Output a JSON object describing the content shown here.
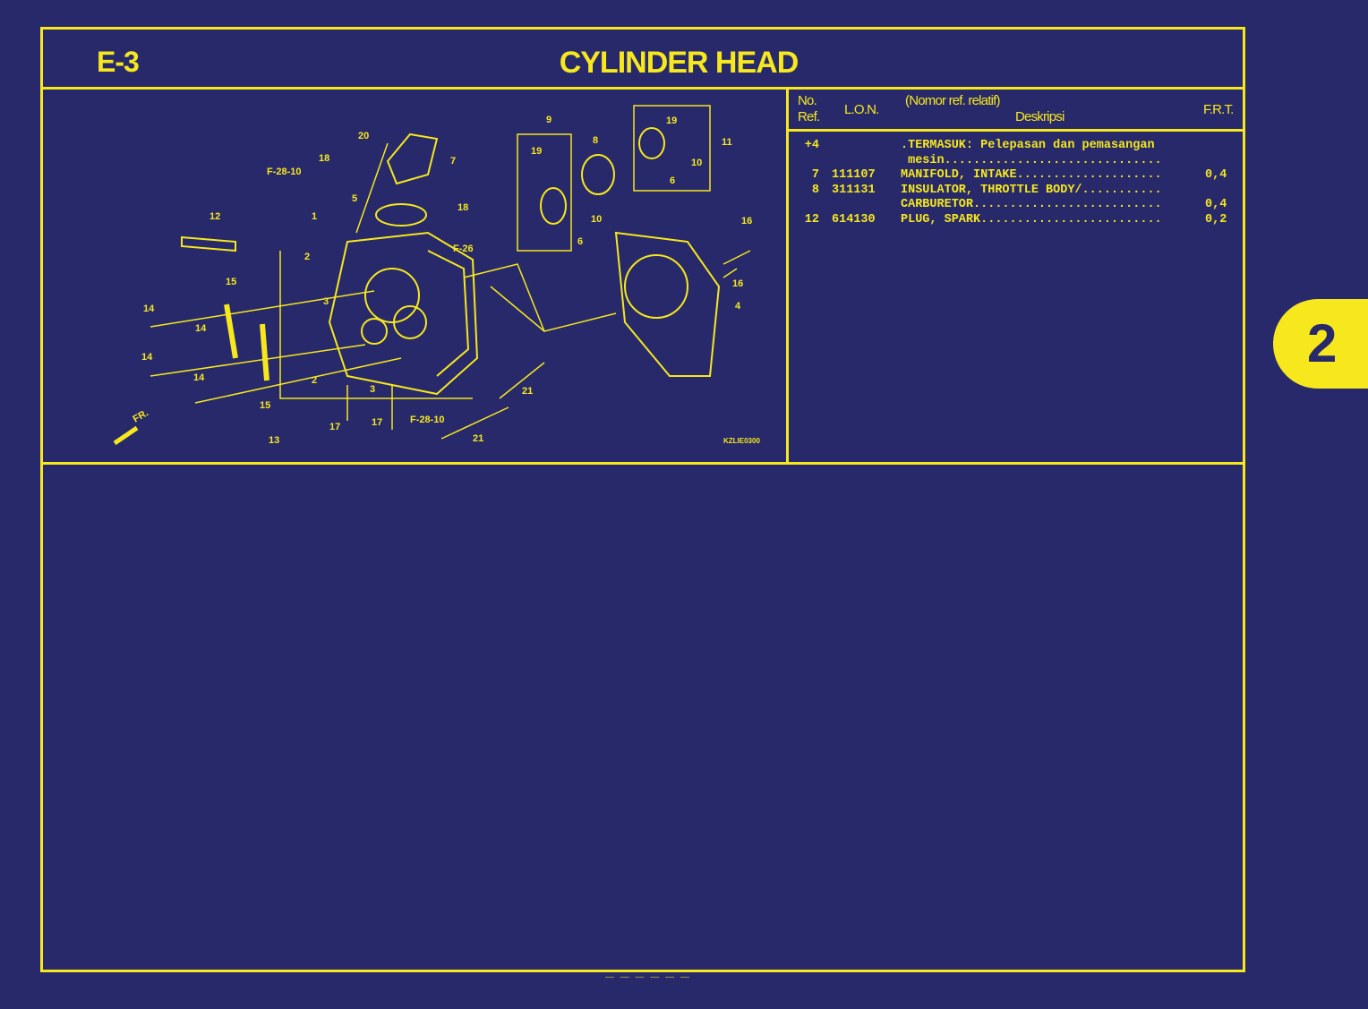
{
  "header": {
    "code": "E-3",
    "title": "CYLINDER HEAD"
  },
  "table": {
    "col_no_line1": "No.",
    "col_no_line2": "Ref.",
    "col_lon": "L.O.N.",
    "col_desc_line1": "(Nomor ref. relatif)",
    "col_desc_line2": "Deskripsi",
    "col_frt": "F.R.T.",
    "rows": [
      {
        "ref": "+4",
        "lon": "",
        "desc": ".TERMASUK: Pelepasan dan pemasangan",
        "frt": ""
      },
      {
        "ref": "",
        "lon": "",
        "desc": " mesin..............................",
        "frt": ""
      },
      {
        "ref": "7",
        "lon": "111107",
        "desc": "MANIFOLD, INTAKE....................",
        "frt": "0,4"
      },
      {
        "ref": "8",
        "lon": "311131",
        "desc": "INSULATOR, THROTTLE BODY/...........",
        "frt": ""
      },
      {
        "ref": "",
        "lon": "",
        "desc": "CARBURETOR..........................",
        "frt": "0,4"
      },
      {
        "ref": "12",
        "lon": "614130",
        "desc": "PLUG, SPARK.........................",
        "frt": "0,2"
      }
    ]
  },
  "diagram": {
    "code": "KZLIE0300",
    "front_label": "FR.",
    "callouts": [
      "20",
      "18",
      "F-28-10",
      "7",
      "5",
      "18",
      "F-26",
      "12",
      "1",
      "2",
      "3",
      "15",
      "14",
      "14",
      "14",
      "14",
      "15",
      "2",
      "3",
      "17",
      "17",
      "F-28-10",
      "13",
      "21",
      "21",
      "9",
      "19",
      "8",
      "10",
      "6",
      "19",
      "10",
      "6",
      "11",
      "16",
      "16",
      "4"
    ]
  },
  "side_tab": {
    "label": "2"
  },
  "colors": {
    "background": "#27296a",
    "accent": "#f6e81c"
  }
}
